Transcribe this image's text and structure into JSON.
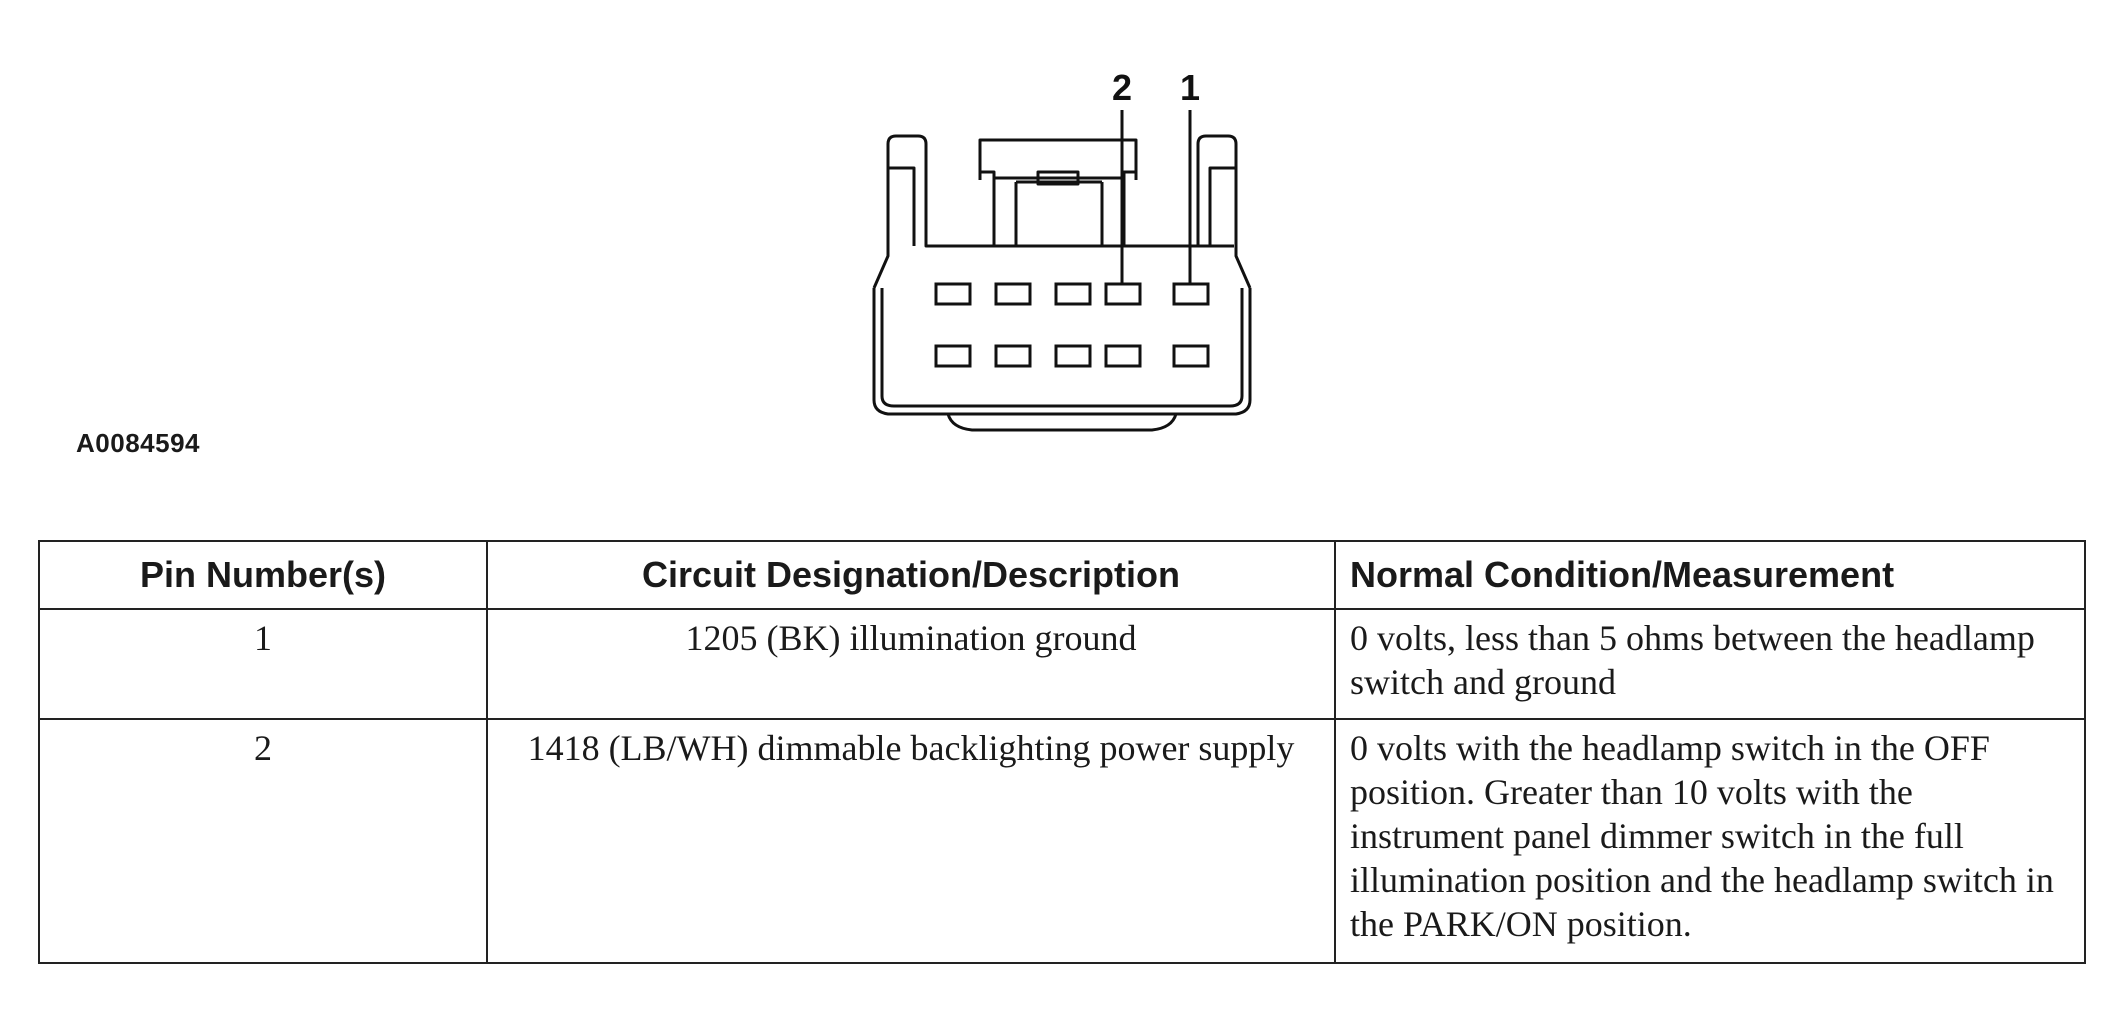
{
  "figure": {
    "id": "A0084594",
    "pin_labels": [
      "2",
      "1"
    ]
  },
  "table": {
    "headers": [
      "Pin Number(s)",
      "Circuit Designation/Description",
      "Normal Condition/Measurement"
    ],
    "rows": [
      {
        "pin": "1",
        "circuit": "1205 (BK) illumination ground",
        "condition": "0 volts, less than 5 ohms between the headlamp switch and ground"
      },
      {
        "pin": "2",
        "circuit": "1418 (LB/WH) dimmable backlighting power supply",
        "condition": "0 volts with the headlamp switch in the OFF position. Greater than 10 volts with the instrument panel dimmer switch in the full illumination position and the headlamp switch in the PARK/ON position."
      }
    ]
  }
}
